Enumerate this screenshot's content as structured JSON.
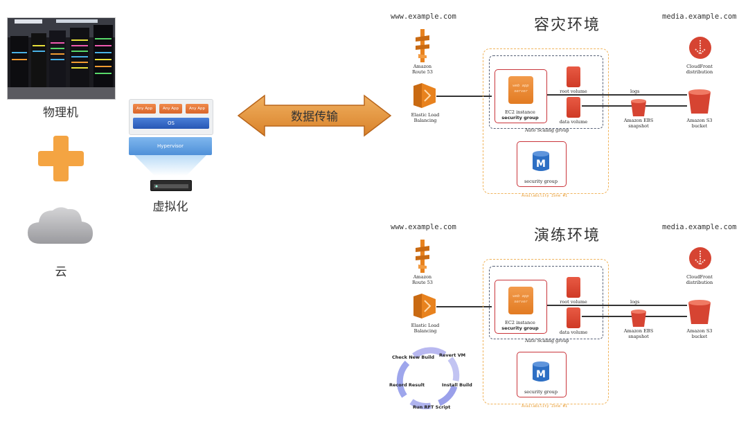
{
  "left": {
    "physical_label": "物理机",
    "virtualization_label": "虚拟化",
    "cloud_label": "云",
    "virtualization": {
      "apps": [
        "Any App",
        "Any App",
        "Any App"
      ],
      "os": "OS",
      "hypervisor": "Hypervisor"
    }
  },
  "transfer_label": "数据传输",
  "environments": [
    {
      "title": "容灾环境",
      "domain": "www.example.com",
      "media_domain": "media.example.com",
      "route53": "Amazon\nRoute 53",
      "elb": "Elastic Load\nBalancing",
      "web_server": "web app\nserver",
      "ec2": "EC2 instance",
      "security_group": "security group",
      "auto_scaling": "Auto Scaling group",
      "root_volume": "root volume",
      "data_volume": "data volume",
      "logs": "logs",
      "ebs": "Amazon EBS\nsnapshot",
      "s3": "Amazon S3\nbucket",
      "cloudfront": "CloudFront\ndistribution",
      "rds_sg": "security group",
      "availability_zone": "Availability Zone #1"
    },
    {
      "title": "演练环境",
      "domain": "www.example.com",
      "media_domain": "media.example.com",
      "route53": "Amazon\nRoute 53",
      "elb": "Elastic Load\nBalancing",
      "web_server": "web app\nserver",
      "ec2": "EC2 instance",
      "security_group": "security group",
      "auto_scaling": "Auto Scaling group",
      "root_volume": "root volume",
      "data_volume": "data volume",
      "logs": "logs",
      "ebs": "Amazon EBS\nsnapshot",
      "s3": "Amazon S3\nbucket",
      "cloudfront": "CloudFront\ndistribution",
      "rds_sg": "security group",
      "availability_zone": "Availability Zone #1"
    }
  ],
  "cycle": {
    "steps": [
      "Check New Build",
      "Revert VM",
      "Install Build",
      "Run RFT Script",
      "Record Result"
    ]
  },
  "colors": {
    "aws_orange": "#e8821e",
    "aws_red": "#d64432",
    "arrow": "#e39440",
    "az_border": "#f0b35a"
  }
}
